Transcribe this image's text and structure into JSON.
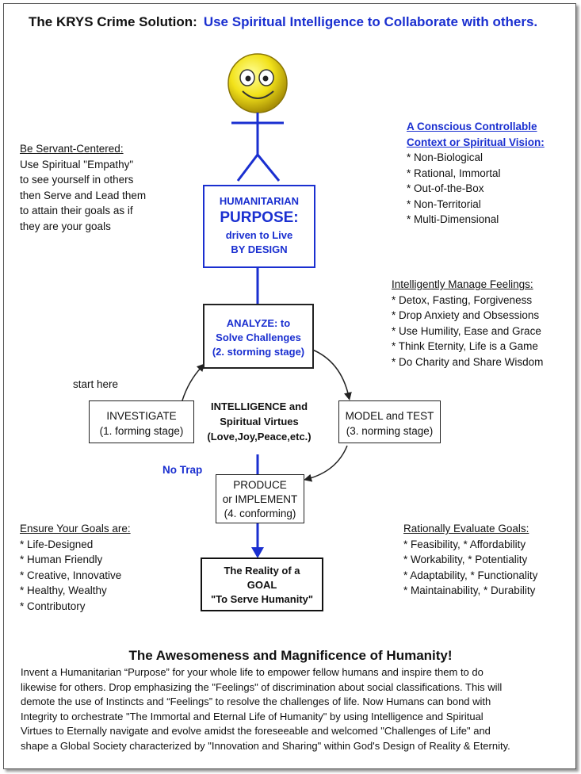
{
  "header": {
    "title_part1": "The KRYS Crime Solution:",
    "title_part2": "Use Spiritual Intelligence to Collaborate with others."
  },
  "left_top": {
    "heading": "Be Servant-Centered:",
    "lines": [
      "Use Spiritual \"Empathy\"",
      "to see yourself in others",
      "then Serve and Lead them",
      "to attain their goals as if",
      "they are  your goals"
    ]
  },
  "right_top": {
    "heading_line1": "A Conscious Controllable",
    "heading_line2": "Context or Spiritual Vision:",
    "items": [
      "* Non-Biological",
      "* Rational, Immortal",
      "* Out-of-the-Box",
      "* Non-Territorial",
      "* Multi-Dimensional"
    ]
  },
  "purpose_box": {
    "line1": "HUMANITARIAN",
    "line2": "PURPOSE:",
    "line3": "driven to Live",
    "line4": "BY DESIGN"
  },
  "feelings": {
    "heading": "Intelligently Manage Feelings:",
    "items": [
      "* Detox, Fasting, Forgiveness",
      "* Drop Anxiety and Obsessions",
      "* Use Humility, Ease and Grace",
      "* Think Eternity, Life is a Game",
      "* Do Charity and Share Wisdom"
    ]
  },
  "analyze_box": {
    "line1": "ANALYZE: to",
    "line2": "Solve Challenges",
    "line3": "(2. storming stage)"
  },
  "start_here": "start here",
  "investigate_box": {
    "line1": "INVESTIGATE",
    "line2": "(1. forming stage)"
  },
  "center_text": {
    "line1": "INTELLIGENCE  and",
    "line2": "Spiritual Virtues",
    "line3": "(Love,Joy,Peace,etc.)"
  },
  "model_box": {
    "line1": "MODEL and TEST",
    "line2": "(3. norming stage)"
  },
  "no_trap": "No Trap",
  "produce_box": {
    "line1": "PRODUCE",
    "line2": "or IMPLEMENT",
    "line3": "(4. conforming)"
  },
  "goals_left": {
    "heading": "Ensure Your Goals are:",
    "items": [
      "* Life-Designed",
      "* Human Friendly",
      "* Creative, Innovative",
      "* Healthy, Wealthy",
      "* Contributory"
    ]
  },
  "goals_right": {
    "heading": "Rationally Evaluate Goals:",
    "items": [
      "* Feasibility, * Affordability",
      "* Workability, * Potentiality",
      "* Adaptability, * Functionality",
      "* Maintainability, * Durability"
    ]
  },
  "goal_box": {
    "line1": "The Reality of a",
    "line2": "GOAL",
    "line3": "\"To Serve Humanity\""
  },
  "bottom": {
    "title": "The Awesomeness and Magnificence of Humanity!",
    "lines": [
      "Invent  a  Humanitarian  “Purpose”  for  your whole life to empower fellow humans and inspire them to do",
      "likewise for others. Drop emphasizing the \"Feelings\" of discrimination about social classifications. This will",
      "demote  the  use  of  Instincts and “Feelings”  to resolve the challenges of life.  Now Humans can bond with",
      "Integrity  to  orchestrate  \"The Immortal and Eternal Life of Humanity\"  by  using  Intelligence and Spiritual",
      "Virtues  to  Eternally  navigate and evolve  amidst the foreseeable and welcomed  \"Challenges of Life\"  and",
      "shape a Global Society characterized by \"Innovation and Sharing\" within God's Design of Reality & Eternity."
    ]
  },
  "colors": {
    "accent_blue": "#1a2fd0",
    "smiley_yellow": "#f2e21a"
  }
}
